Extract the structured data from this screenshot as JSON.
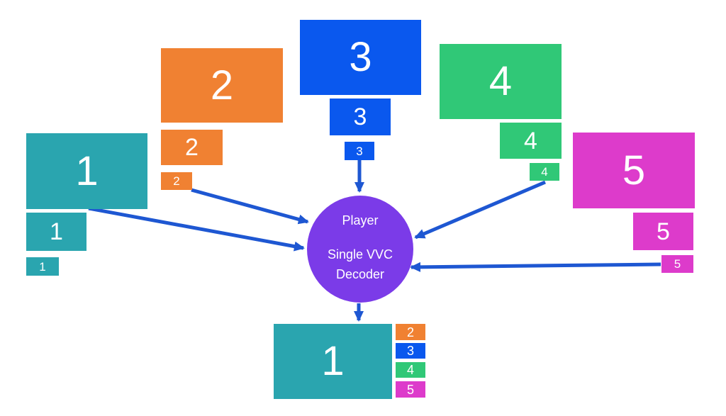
{
  "colors": {
    "background": "#ffffff",
    "teal": "#2AA5AF",
    "orange": "#F08132",
    "blue": "#0A58EE",
    "green": "#30C877",
    "magenta": "#DD3BCB",
    "purple": "#7B3BE8",
    "arrow": "#1E57D2",
    "label_text": "#ffffff"
  },
  "streams": [
    {
      "id": 1,
      "label": "1",
      "color_name": "teal"
    },
    {
      "id": 2,
      "label": "2",
      "color_name": "orange"
    },
    {
      "id": 3,
      "label": "3",
      "color_name": "blue"
    },
    {
      "id": 4,
      "label": "4",
      "color_name": "green"
    },
    {
      "id": 5,
      "label": "5",
      "color_name": "magenta"
    }
  ],
  "decoder": {
    "title": "Player",
    "line1": "Single VVC",
    "line2": "Decoder"
  },
  "output": {
    "main_label": "1",
    "tiles": [
      {
        "label": "2",
        "color_name": "orange"
      },
      {
        "label": "3",
        "color_name": "blue"
      },
      {
        "label": "4",
        "color_name": "green"
      },
      {
        "label": "5",
        "color_name": "magenta"
      }
    ]
  }
}
